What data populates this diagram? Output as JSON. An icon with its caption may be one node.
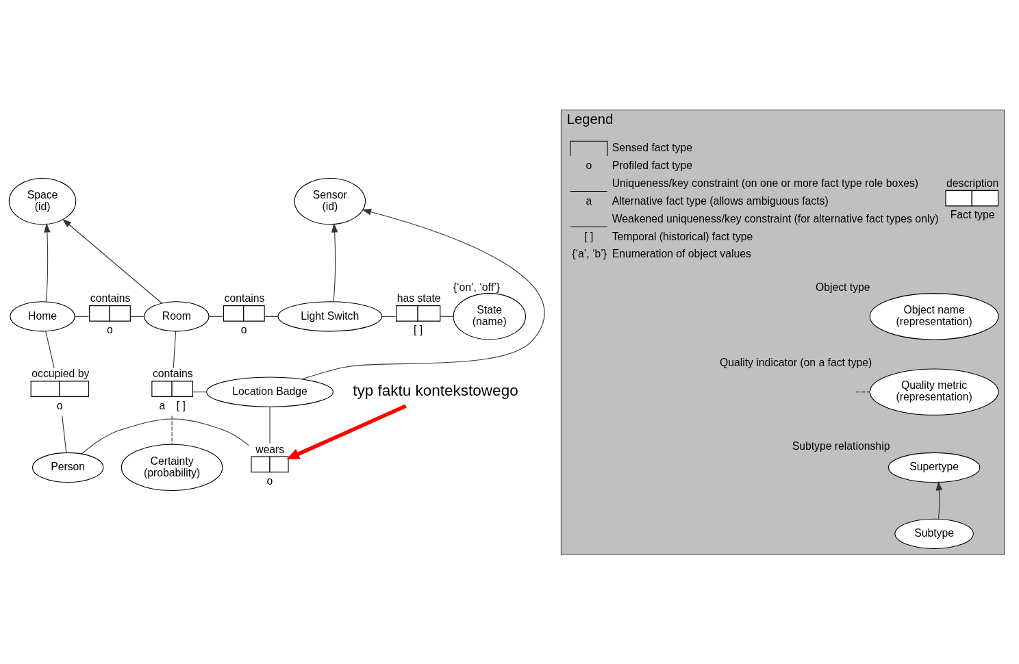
{
  "diagram": {
    "nodes": [
      {
        "text": [
          "Space",
          "(id)"
        ]
      },
      {
        "text": [
          "Sensor",
          "(id)"
        ]
      },
      {
        "text": [
          "Home"
        ]
      },
      {
        "text": [
          "contains"
        ],
        "beside": [
          "o"
        ]
      },
      {
        "text": [
          "Room"
        ]
      },
      {
        "text": [
          "contains"
        ],
        "beside": [
          "o"
        ]
      },
      {
        "text": [
          "Light Switch"
        ]
      },
      {
        "text": [
          "has state"
        ],
        "beside": [
          "[ ]"
        ]
      },
      {
        "text": [
          "State",
          "(name)"
        ],
        "beside": [
          "{‘on’, ‘off’}"
        ]
      },
      {
        "text": [
          "occupied by"
        ],
        "beside": [
          "o"
        ]
      },
      {
        "text": [
          "contains"
        ],
        "beside": [
          "a",
          "[ ]"
        ]
      },
      {
        "text": [
          "Location Badge"
        ]
      },
      {
        "text": [
          "Person"
        ]
      },
      {
        "text": [
          "wears"
        ],
        "beside": [
          "o"
        ]
      },
      {
        "text": [
          "Certainty",
          "(probability)"
        ]
      },
      {
        "text": [
          "typ faktu kontekstowego"
        ]
      },
      {
        "text": [
          "Legend"
        ]
      },
      {
        "text": [
          "description"
        ],
        "beside": [
          "Fact type"
        ],
        "in": 16
      },
      {
        "text": [
          "Object name",
          "(representation)"
        ],
        "beside": [
          "Object type"
        ],
        "in": 16
      },
      {
        "text": [
          "Quality metric",
          "(representation)"
        ],
        "beside": [
          "Quality indicator (on a fact type)"
        ],
        "in": 16
      },
      {
        "text": [
          "Supertype"
        ],
        "beside": [
          "Subtype relationship"
        ],
        "in": 16
      },
      {
        "text": [
          "Subtype"
        ],
        "in": 16
      }
    ],
    "edges": [
      {
        "from": 2,
        "to": 0,
        "arrow": "to"
      },
      {
        "from": 4,
        "to": 0,
        "arrow": "to"
      },
      {
        "from": 6,
        "to": 1,
        "arrow": "to"
      },
      {
        "from": 11,
        "to": 1,
        "arrow": "to"
      },
      {
        "from": 2,
        "to": 3,
        "arrow": "none"
      },
      {
        "from": 3,
        "to": 4,
        "arrow": "none"
      },
      {
        "from": 4,
        "to": 5,
        "arrow": "none"
      },
      {
        "from": 5,
        "to": 6,
        "arrow": "none"
      },
      {
        "from": 6,
        "to": 7,
        "arrow": "none"
      },
      {
        "from": 7,
        "to": 8,
        "arrow": "none"
      },
      {
        "from": 2,
        "to": 9,
        "arrow": "none"
      },
      {
        "from": 9,
        "to": 12,
        "arrow": "none"
      },
      {
        "from": 4,
        "to": 10,
        "arrow": "none"
      },
      {
        "from": 10,
        "to": 11,
        "arrow": "none"
      },
      {
        "from": 12,
        "to": 13,
        "arrow": "none"
      },
      {
        "from": 13,
        "to": 11,
        "arrow": "none"
      },
      {
        "from": 10,
        "to": 14,
        "arrow": "none",
        "style": "dashed"
      },
      {
        "from": 15,
        "to": 13,
        "arrow": "to",
        "style": "thick",
        "color": "#ff0000"
      },
      {
        "from": 21,
        "to": 20,
        "arrow": "to"
      },
      {
        "from": null,
        "to": 19,
        "arrow": "none",
        "style": "dashed"
      }
    ],
    "labels": [
      "o",
      "a",
      "[ ]",
      "{‘a’, ‘b’}"
    ],
    "legend": [
      {
        "text": "Sensed fact type"
      },
      {
        "text": "Profiled fact type"
      },
      {
        "text": "Uniqueness/key constraint (on one or more fact type role boxes)"
      },
      {
        "text": "Alternative fact type (allows ambiguous facts)"
      },
      {
        "text": "Weakened uniqueness/key constraint (for alternative fact types only)"
      },
      {
        "text": "Temporal (historical) fact type"
      },
      {
        "text": "Enumeration of object values"
      }
    ]
  }
}
